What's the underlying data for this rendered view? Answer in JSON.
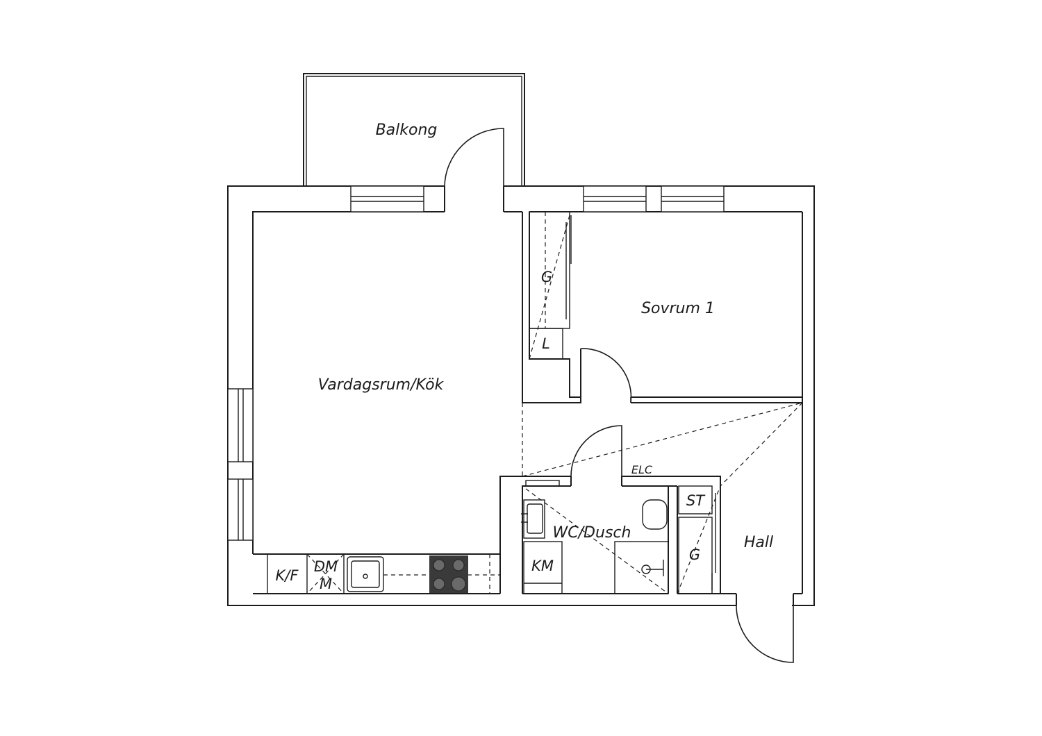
{
  "rooms": {
    "balcony": "Balkong",
    "living": "Vardagsrum/Kök",
    "bedroom": "Sovrum 1",
    "bath": "WC/Dusch",
    "hall": "Hall"
  },
  "fixtures": {
    "wardrobe_bedroom": "G",
    "linen": "L",
    "fridge_freezer": "K/F",
    "dishwasher": "DM",
    "microwave": "M",
    "electrical_cabinet": "ELC",
    "storage": "ST",
    "wardrobe_hall": "G",
    "washing_machine": "KM"
  },
  "colors": {
    "line": "#1c1c1c",
    "background": "#ffffff",
    "stove": "#3a3a3a"
  }
}
